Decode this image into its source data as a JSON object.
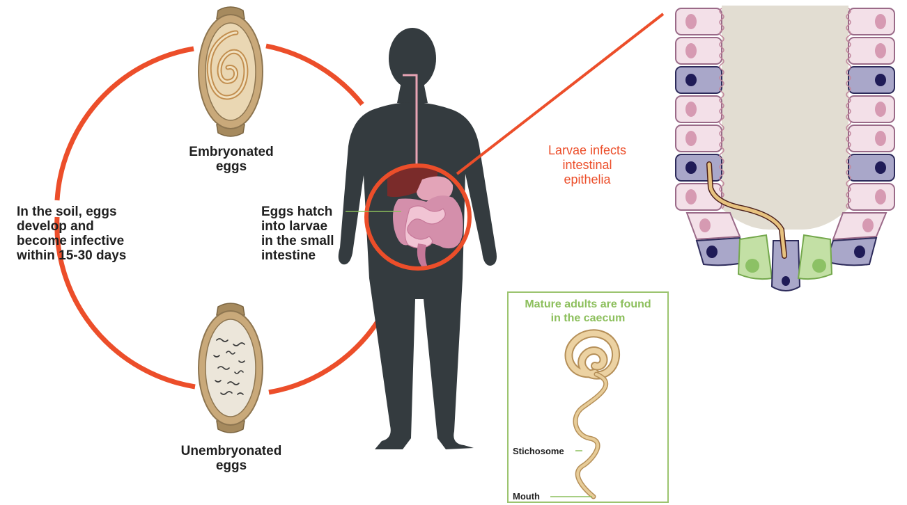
{
  "labels": {
    "embryonated": [
      "Embryonated",
      "eggs"
    ],
    "unembryonated": [
      "Unembryonated",
      "eggs"
    ],
    "soil": [
      "In the soil, eggs",
      "develop and",
      "become infective",
      "within 15-30 days"
    ],
    "hatch": [
      "Eggs hatch",
      "into larvae",
      "in the small",
      "intestine"
    ],
    "larvae": [
      "Larvae infects",
      "intestinal",
      "epithelia"
    ],
    "adults": [
      "Mature adults are found",
      "in the caecum"
    ],
    "stichosome": "Stichosome",
    "mouth": "Mouth"
  },
  "icons": [
    "embryonated-egg",
    "unembryonated-egg",
    "human-silhouette",
    "digestive-organs",
    "intestinal-epithelium",
    "adult-worm"
  ],
  "colors": {
    "cycle": "#ec4e2a",
    "silhouette": "#343b3f",
    "egg_shell": "#c9a97a",
    "egg_cap": "#a68a5e",
    "lumen": "#e2ddd2",
    "cell_pink": "#f3e0e8",
    "cell_purple": "#a9a7c9",
    "cell_green": "#c3e0a5",
    "box_border": "#9cc46f",
    "worm": "#d9b97f"
  }
}
